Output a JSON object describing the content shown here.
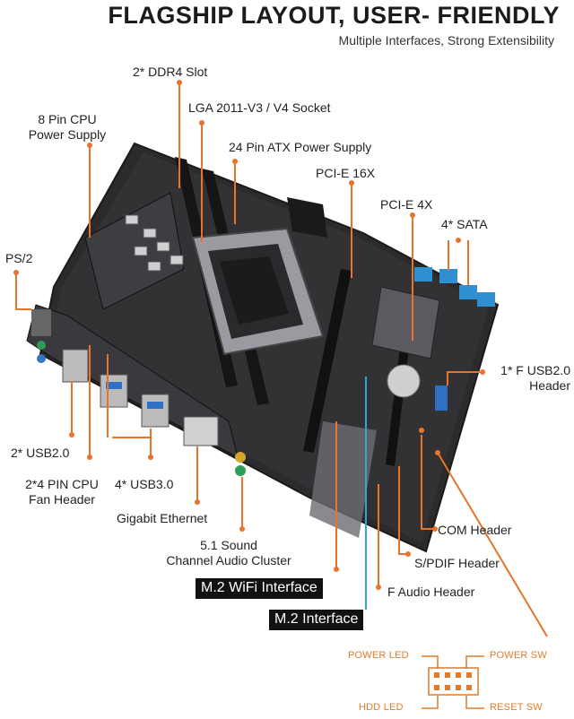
{
  "header": {
    "title": "FLAGSHIP LAYOUT, USER- FRIENDLY",
    "subtitle": "Multiple Interfaces, Strong Extensibility"
  },
  "labels": {
    "ddr4": "2* DDR4 Slot",
    "cpu_power_l1": "8 Pin CPU",
    "cpu_power_l2": "Power Supply",
    "socket": "LGA 2011-V3 / V4 Socket",
    "atx": "24 Pin ATX Power Supply",
    "pcie16": "PCI-E 16X",
    "pcie4": "PCI-E 4X",
    "sata": "4* SATA",
    "ps2": "PS/2",
    "fusb_l1": "1* F USB2.0",
    "fusb_l2": "Header",
    "usb2": "2* USB2.0",
    "fan_l1": "2*4 PIN CPU",
    "fan_l2": "Fan Header",
    "usb3": "4* USB3.0",
    "ethernet": "Gigabit Ethernet",
    "audio_l1": "5.1 Sound",
    "audio_l2": "Channel Audio Cluster",
    "com": "COM Header",
    "spdif": "S/PDIF Header",
    "faudio": "F Audio Header",
    "m2wifi": "M.2 WiFi Interface",
    "m2": "M.2 Interface"
  },
  "panel": {
    "power_led": "POWER LED",
    "power_sw": "POWER SW",
    "hdd_led": "HDD LED",
    "reset_sw": "RESET SW"
  },
  "colors": {
    "leader": "#e8732a",
    "m2_leader": "#2aa7d6",
    "board": "#2b2b2d",
    "sata": "#2f8fd0"
  }
}
